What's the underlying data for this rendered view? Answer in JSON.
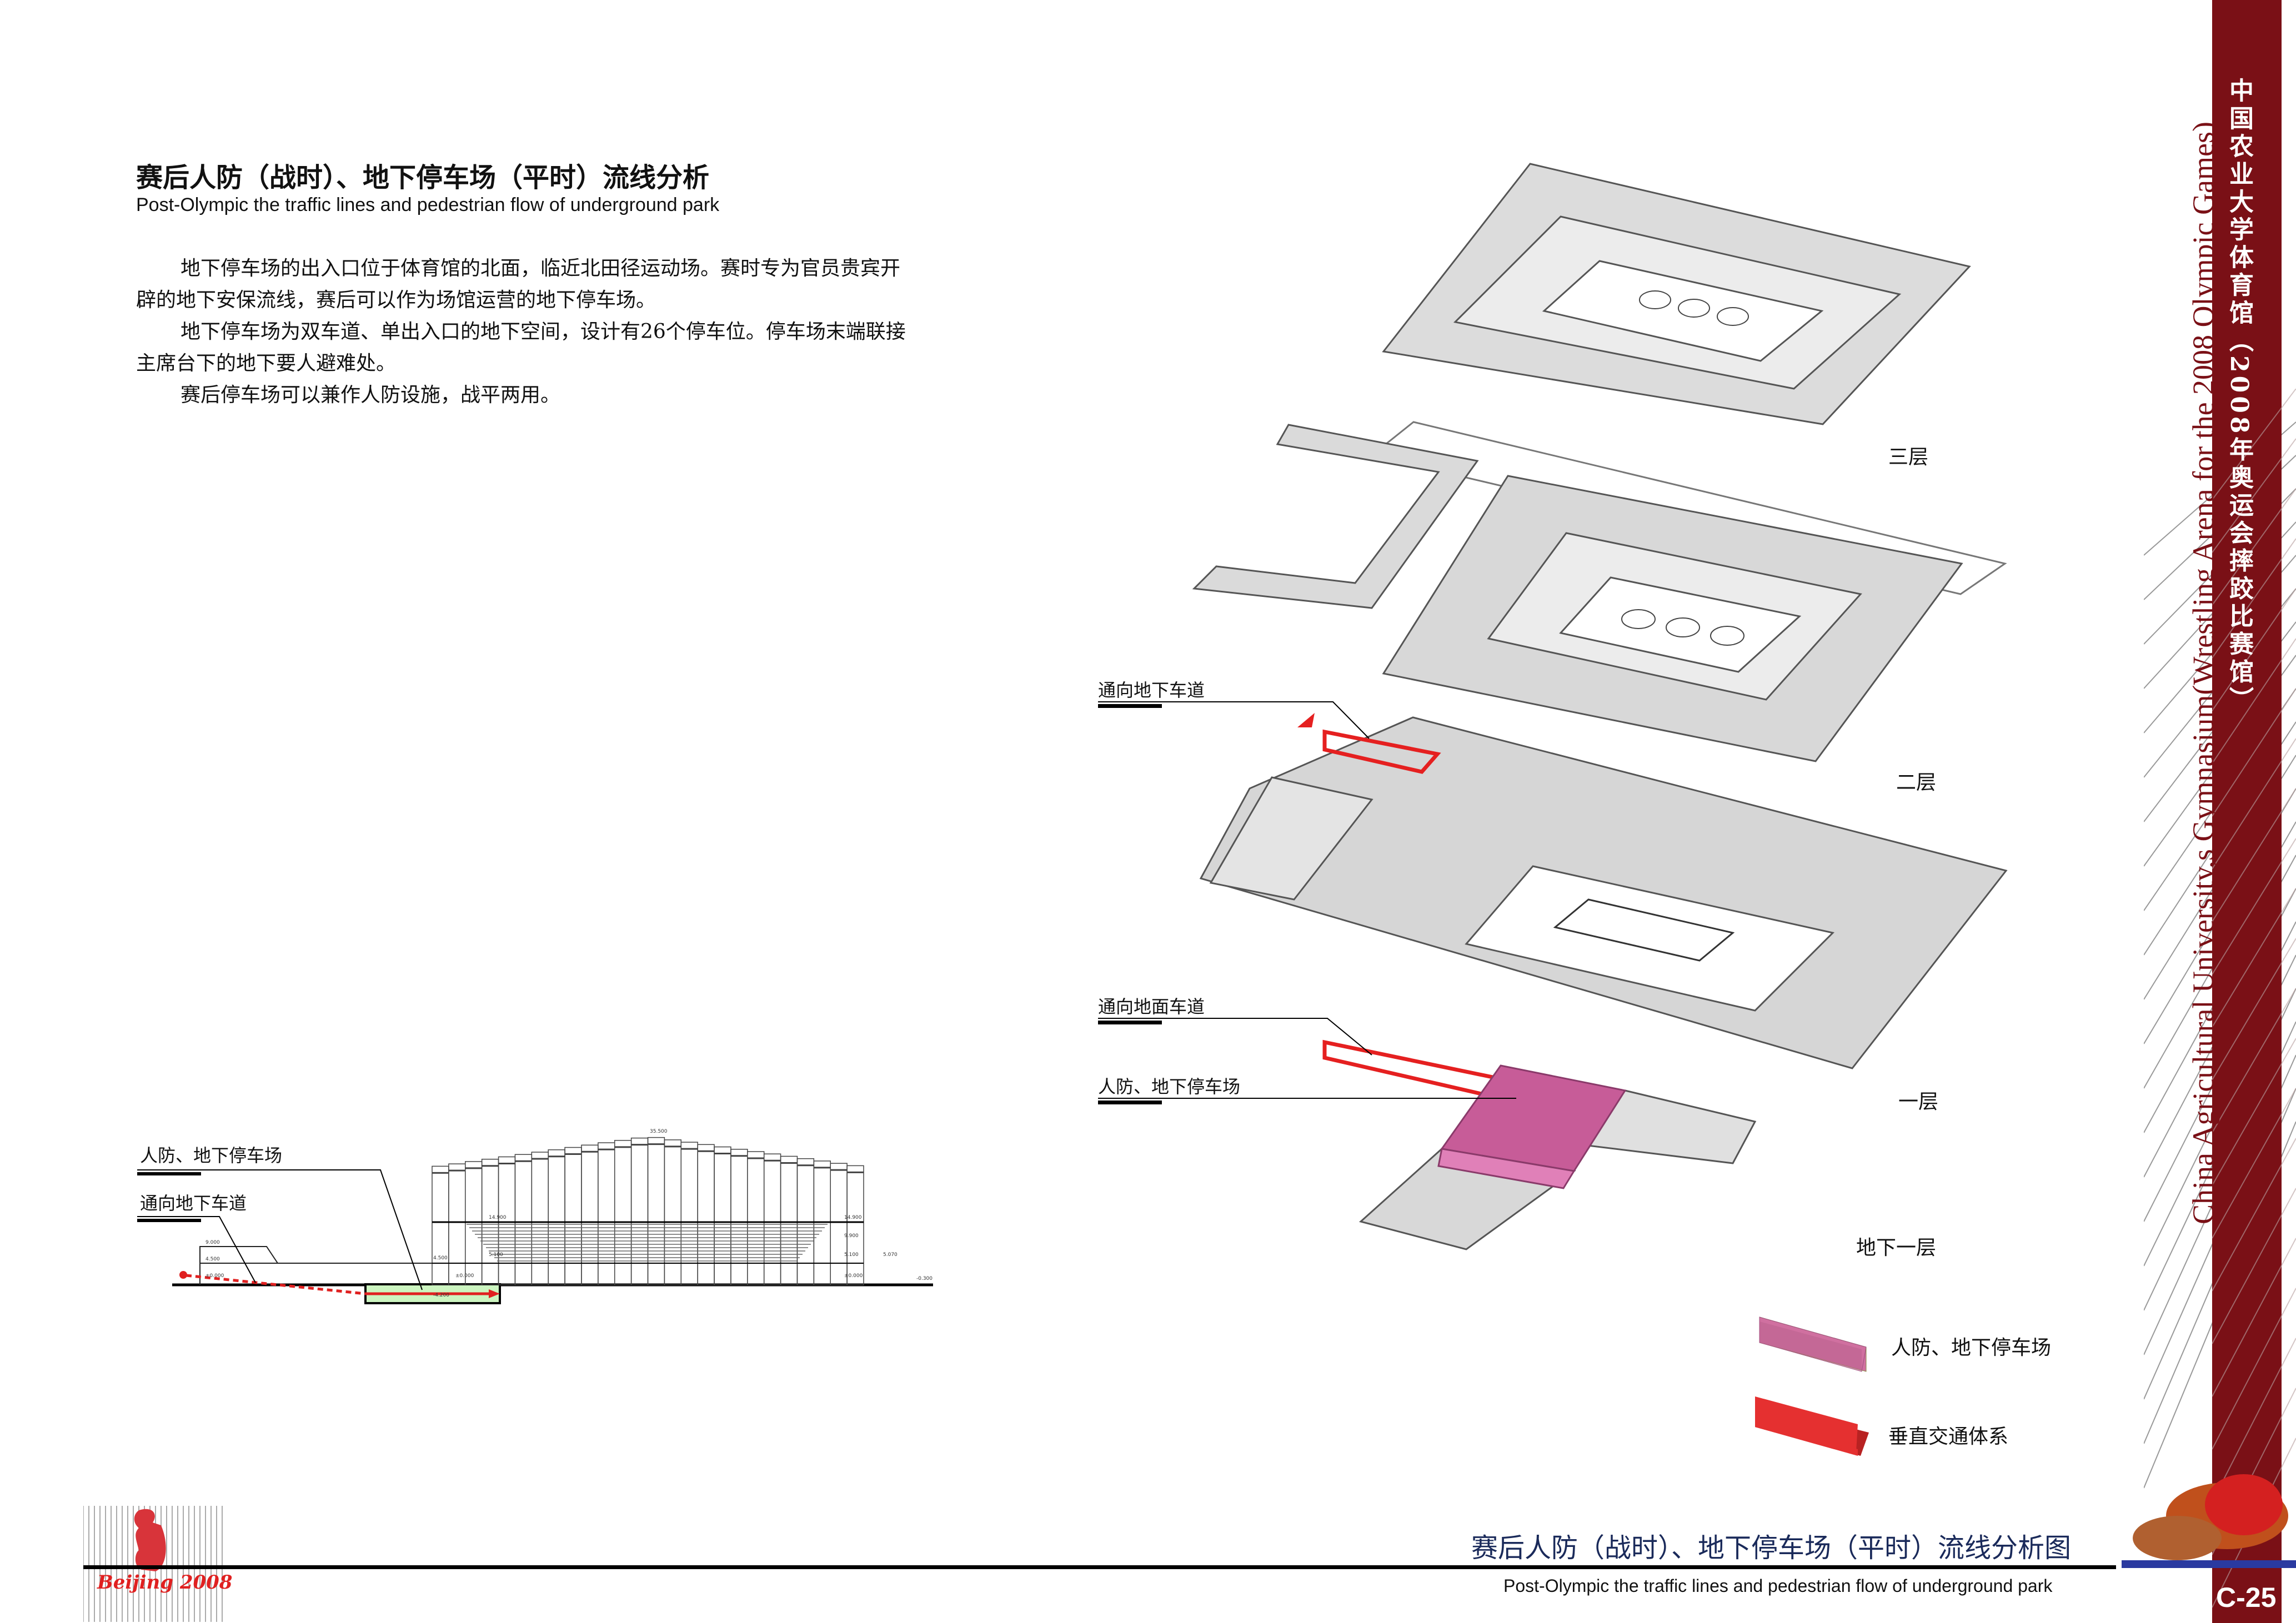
{
  "header": {
    "title": "赛后人防（战时）、地下停车场（平时）流线分析",
    "subtitle": "Post-Olympic the traffic lines and pedestrian flow of underground park"
  },
  "body": {
    "p1_line1": "地下停车场的出入口位于体育馆的北面，临近北田径运动场。赛时专为官员贵宾开",
    "p1_line2": "辟的地下安保流线，赛后可以作为场馆运营的地下停车场。",
    "p2_line1": "地下停车场为双车道、单出入口的地下空间，设计有26个停车位。停车场末端联接",
    "p2_line2": "主席台下的地下要人避难处。",
    "p3_line1": "赛后停车场可以兼作人防设施，战平两用。"
  },
  "section": {
    "label_parking": "人防、地下停车场",
    "label_ramp": "通向地下车道",
    "elevations": [
      "35.500",
      "14.900",
      "14.900",
      "9.900",
      "9.000",
      "4.500",
      "4.500",
      "5.100",
      "5.100",
      "5.070",
      "±0.000",
      "±0.000",
      "±0.000",
      "-0.300",
      "-4.200"
    ]
  },
  "axon": {
    "label_ramp_down": "通向地下车道",
    "label_ramp_ground": "通向地面车道",
    "label_parking": "人防、地下停车场",
    "floor_3": "三层",
    "floor_2": "二层",
    "floor_1": "一层",
    "floor_b1": "地下一层"
  },
  "legend": {
    "items": [
      {
        "label": "人防、地下停车场",
        "color": "#d070a0"
      },
      {
        "label": "垂直交通体系",
        "color": "#e03030"
      }
    ]
  },
  "footer": {
    "title": "赛后人防（战时）、地下停车场（平时）流线分析图",
    "subtitle": "Post-Olympic the traffic lines and pedestrian flow of underground park",
    "logo_text": "Beijing 2008"
  },
  "sidebar": {
    "cn_title": "中国农业大学体育馆（2008年奥运会摔跤比赛馆）",
    "en_title": "China Agricultural University,s Gymnasium(Wrestling Arena for the 2008 Olympic Games)",
    "page": "C-25",
    "color": "#7a1016"
  },
  "colors": {
    "accent_red": "#e02020",
    "navy": "#1a2a5a",
    "parking_pink": "#d070a0",
    "section_green": "#ccf5c0"
  }
}
